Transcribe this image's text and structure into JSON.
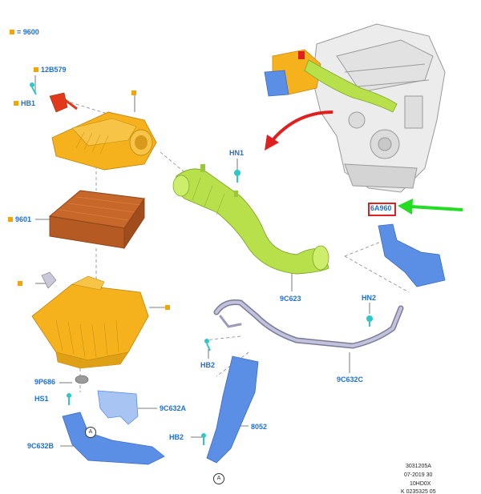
{
  "legend": {
    "marker": "orange-square",
    "text": "= 9600",
    "color": "#f5a500"
  },
  "callouts": {
    "c12B579": "12B579",
    "cHB1": "HB1",
    "c9601": "9601",
    "cHN1": "HN1",
    "c9C623": "9C623",
    "c6A960": "6A960",
    "cHN2": "HN2",
    "cHB2a": "HB2",
    "c9C632C": "9C632C",
    "c9P686": "9P686",
    "cHS1": "HS1",
    "c9C632A": "9C632A",
    "c9C632B": "9C632B",
    "c8052": "8052",
    "cHB2b": "HB2"
  },
  "view_markers": {
    "a1": "A",
    "a2": "A"
  },
  "reference": {
    "line1": "3031205A",
    "line2": "07-2019 30",
    "line3": "10HD0X",
    "line4": "K 0235325 05"
  },
  "colors": {
    "airbox": "#f5b21c",
    "filter": "#c8672a",
    "duct": "#b7e04a",
    "bracket": "#5b8fe6",
    "tube": "#a9a9c8",
    "callout": "#1e6fd9",
    "arrow_red": "#e02020",
    "arrow_green": "#22dd22"
  }
}
